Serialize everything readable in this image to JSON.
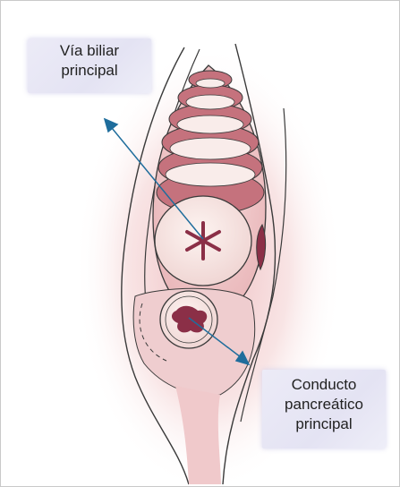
{
  "labels": {
    "biliar": {
      "line1": "Vía biliar",
      "line2": "principal"
    },
    "pancreatic": {
      "line1": "Conducto",
      "line2": "pancreático",
      "line3": "principal"
    }
  },
  "colors": {
    "tissue": "#c5727d",
    "tissue_dark": "#8b2f47",
    "lumen": "#f9ecea",
    "outline": "#3a3a3a",
    "arrow": "#1f6d9c",
    "label_bg": "#e6e5f4"
  }
}
